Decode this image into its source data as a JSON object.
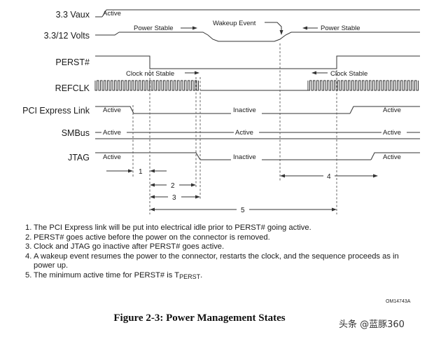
{
  "signals": [
    {
      "label": "3.3 Vaux",
      "states": [
        "Active"
      ]
    },
    {
      "label": "3.3/12 Volts",
      "events": [
        "Power Stable",
        "Wakeup Event",
        "Power Stable"
      ]
    },
    {
      "label": "PERST#"
    },
    {
      "label": "REFCLK",
      "events": [
        "Clock not Stable",
        "Clock Stable"
      ]
    },
    {
      "label": "PCI Express Link",
      "states": [
        "Active",
        "Inactive",
        "Active"
      ]
    },
    {
      "label": "SMBus",
      "states": [
        "Active",
        "Active",
        "Active"
      ]
    },
    {
      "label": "JTAG",
      "states": [
        "Active",
        "Inactive",
        "Active"
      ]
    }
  ],
  "intervals": [
    "1",
    "2",
    "3",
    "5",
    "4"
  ],
  "notes": [
    {
      "num": "1.",
      "text": "The PCI Express link will be put into electrical idle prior to PERST# going active."
    },
    {
      "num": "2.",
      "text": "PERST# goes active before the power on the connector is removed."
    },
    {
      "num": "3.",
      "text": "Clock and JTAG go inactive after PERST# goes active."
    },
    {
      "num": "4.",
      "text": "A wakeup event resumes the power to the connector, restarts the clock, and the sequence proceeds as in power up."
    },
    {
      "num": "5.",
      "text": "The minimum active time for PERST# is T",
      "sub": "PERST",
      "after": "."
    }
  ],
  "doc_id": "OM14743A",
  "caption": "Figure 2-3:  Power Management States",
  "watermark": "头条 @蓝豚360",
  "colors": {
    "line": "#333333",
    "dash": "#555555",
    "text": "#1a1a1a"
  }
}
